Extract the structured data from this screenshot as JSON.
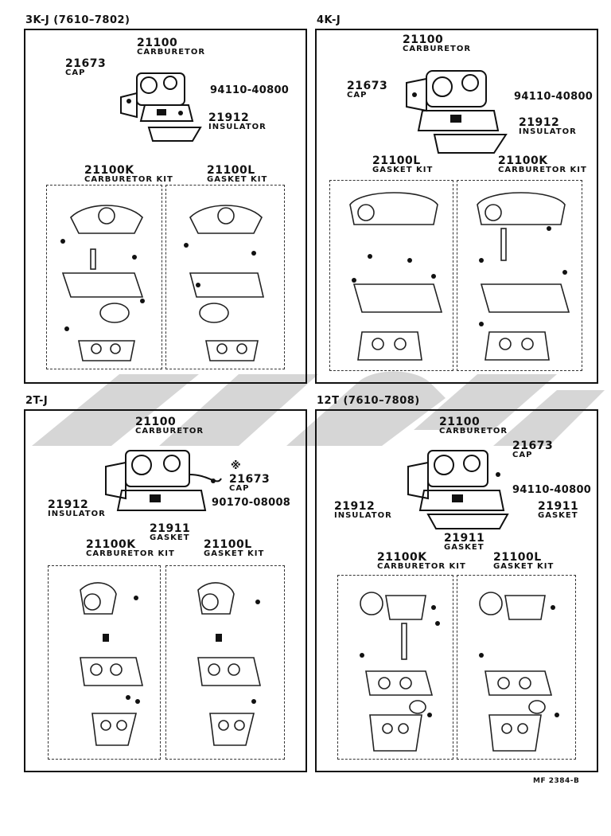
{
  "sections": {
    "s1": {
      "title": "3K-J (7610–7802)",
      "labels": {
        "carb_num": "21100",
        "carb_name": "CARBURETOR",
        "cap_num": "21673",
        "cap_name": "CAP",
        "bolt_num": "94110-40800",
        "ins_num": "21912",
        "ins_name": "INSULATOR",
        "kit_k_num": "21100K",
        "kit_k_name": "CARBURETOR KIT",
        "kit_l_num": "21100L",
        "kit_l_name": "GASKET KIT"
      }
    },
    "s2": {
      "title": "4K-J",
      "labels": {
        "carb_num": "21100",
        "carb_name": "CARBURETOR",
        "cap_num": "21673",
        "cap_name": "CAP",
        "bolt_num": "94110-40800",
        "ins_num": "21912",
        "ins_name": "INSULATOR",
        "kit_l_num": "21100L",
        "kit_l_name": "GASKET KIT",
        "kit_k_num": "21100K",
        "kit_k_name": "CARBURETOR KIT"
      }
    },
    "s3": {
      "title": "2T-J",
      "labels": {
        "carb_num": "21100",
        "carb_name": "CARBURETOR",
        "note_mark": "※",
        "cap_num": "21673",
        "cap_name": "CAP",
        "screw_num": "90170-08008",
        "ins_num": "21912",
        "ins_name": "INSULATOR",
        "gasket_num": "21911",
        "gasket_name": "GASKET",
        "kit_k_num": "21100K",
        "kit_k_name": "CARBURETOR KIT",
        "kit_l_num": "21100L",
        "kit_l_name": "GASKET KIT"
      }
    },
    "s4": {
      "title": "12T (7610–7808)",
      "labels": {
        "carb_num": "21100",
        "carb_name": "CARBURETOR",
        "cap_num": "21673",
        "cap_name": "CAP",
        "bolt_num": "94110-40800",
        "ins_num": "21912",
        "ins_name": "INSULATOR",
        "gasket2_num": "21911",
        "gasket2_name": "GASKET",
        "gasket_num": "21911",
        "gasket_name": "GASKET",
        "kit_k_num": "21100K",
        "kit_k_name": "CARBURETOR KIT",
        "kit_l_num": "21100L",
        "kit_l_name": "GASKET KIT"
      }
    }
  },
  "footer": "MF 2384-B",
  "colors": {
    "ink": "#111111",
    "watermark": "#c8c8c8"
  }
}
